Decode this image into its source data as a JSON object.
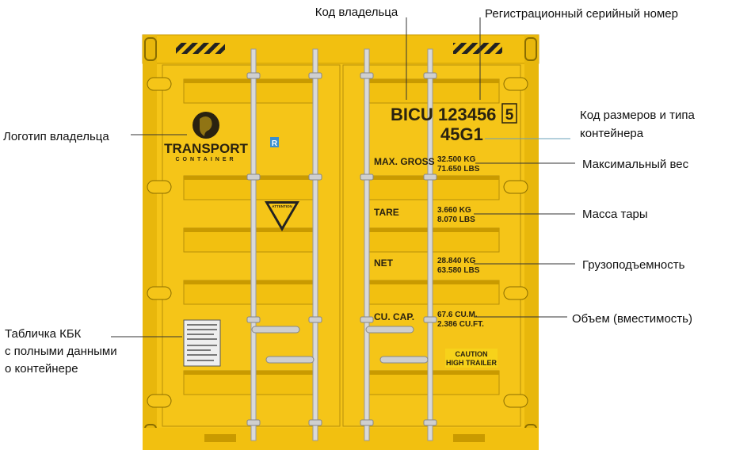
{
  "labels": {
    "owner_code": "Код владельца",
    "serial_number": "Регистрационный серийный номер",
    "owner_logo": "Логотип владельца",
    "size_type_code": [
      "Код размеров и типа",
      "контейнера"
    ],
    "max_weight": "Максимальный вес",
    "tare_mass": "Масса тары",
    "payload": "Грузоподъемность",
    "volume": "Объем (вместимость)",
    "csc_plate": [
      "Табличка КБК",
      "с полными данными",
      "о контейнере"
    ]
  },
  "container": {
    "owner_code": "BICU",
    "serial": "123456",
    "check_digit": "5",
    "size_type": "45G1",
    "logo": {
      "name": "TRANSPORT",
      "sub": "CONTAINER"
    },
    "specs": [
      {
        "label": "MAX. GROSS",
        "line1": "32.500 KG",
        "line2": "71.650 LBS"
      },
      {
        "label": "TARE",
        "line1": "3.660 KG",
        "line2": "8.070 LBS"
      },
      {
        "label": "NET",
        "line1": "28.840 KG",
        "line2": "63.580 LBS"
      },
      {
        "label": "CU. CAP.",
        "line1": "67.6 CU.M.",
        "line2": "2.386 CU.FT."
      }
    ],
    "caution": [
      "CAUTION",
      "HIGH TRAILER"
    ],
    "attention": "ATTENTION",
    "colors": {
      "body": "#f5c518",
      "dark": "#c99a00",
      "stencil": "#2a2210",
      "rod": "#d9d9d9"
    }
  }
}
